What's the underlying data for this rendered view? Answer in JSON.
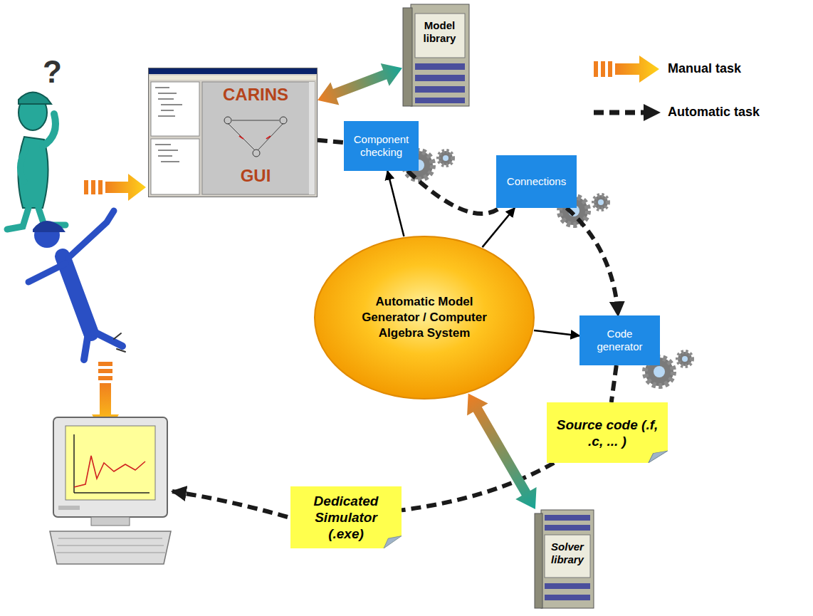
{
  "diagram": {
    "nodes": [
      {
        "text": [
          "CARINS",
          "GUI"
        ]
      },
      {
        "text": [
          "Model library"
        ]
      },
      {
        "text": [
          "Component checking"
        ]
      },
      {
        "text": [
          "Connections"
        ]
      },
      {
        "text": [
          "Automatic Model Generator / Computer Algebra System"
        ]
      },
      {
        "text": [
          "Code generator"
        ]
      },
      {
        "text": [
          "Source code (.f, .c, ... )"
        ]
      },
      {
        "text": [
          "Dedicated Simulator (.exe)"
        ]
      },
      {
        "text": [
          "Solver library"
        ]
      }
    ],
    "edges": [
      {
        "from": 0,
        "to": 1,
        "arrow": "both"
      },
      {
        "from": 0,
        "to": 2,
        "arrow": "none"
      },
      {
        "from": 2,
        "to": 3,
        "arrow": "none"
      },
      {
        "from": 3,
        "to": 5,
        "arrow": "to"
      },
      {
        "from": 4,
        "to": 2,
        "arrow": "to"
      },
      {
        "from": 4,
        "to": 3,
        "arrow": "to"
      },
      {
        "from": 4,
        "to": 5,
        "arrow": "to"
      },
      {
        "from": 5,
        "to": 6,
        "arrow": "none"
      },
      {
        "from": 6,
        "to": 7,
        "arrow": "none"
      },
      {
        "from": 4,
        "to": 8,
        "arrow": "both"
      }
    ],
    "labels": [
      "?"
    ],
    "legend": [
      {
        "text": "Manual task"
      },
      {
        "text": "Automatic task"
      }
    ]
  }
}
